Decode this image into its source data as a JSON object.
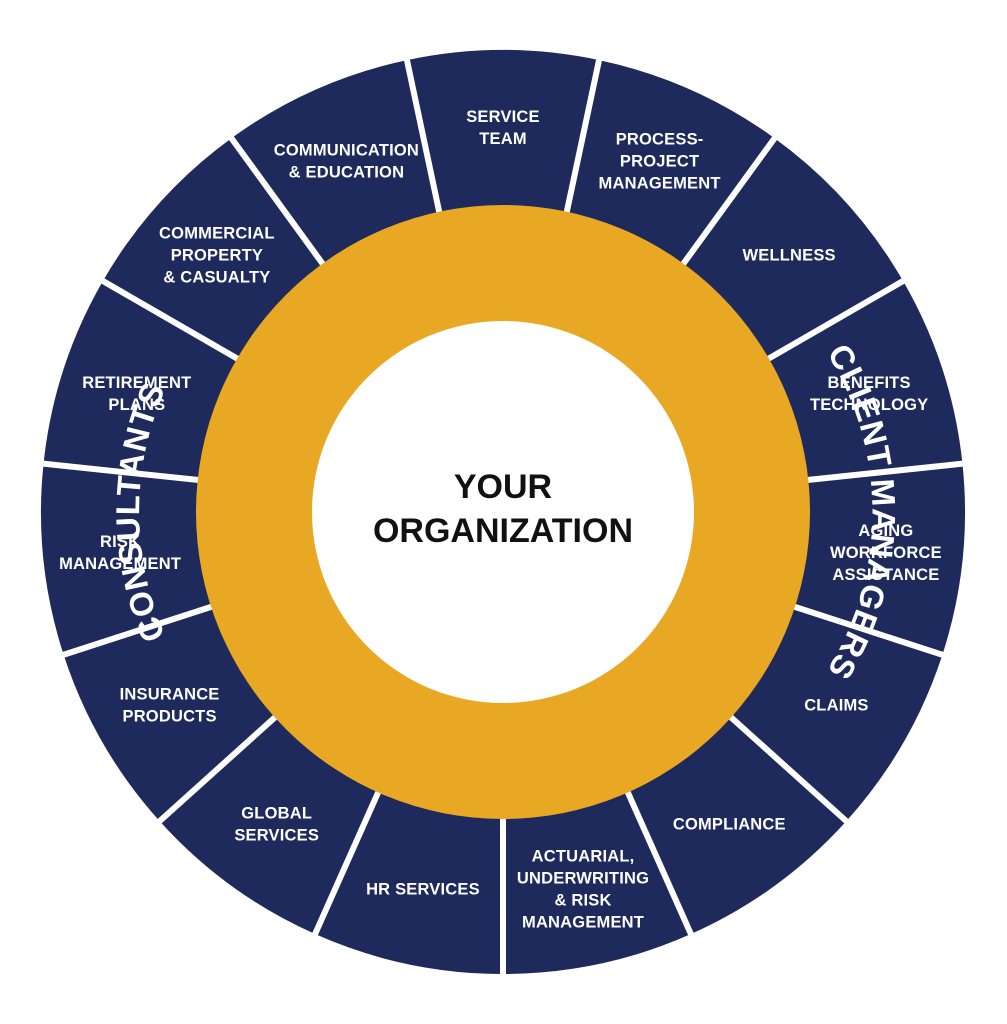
{
  "colors": {
    "segment": "#1e2a5c",
    "separator": "#ffffff",
    "ring": "#e8a823",
    "center": "#ffffff",
    "center_text": "#111111"
  },
  "center": {
    "line1": "YOUR",
    "line2": "ORGANIZATION"
  },
  "ring": {
    "left_label": "CONSULTANTS",
    "right_label": "CLIENT MANAGERS"
  },
  "segments": [
    {
      "id": "process-project-management",
      "lines": [
        "PROCESS-",
        "PROJECT",
        "MANAGEMENT"
      ]
    },
    {
      "id": "wellness",
      "lines": [
        "WELLNESS"
      ]
    },
    {
      "id": "benefits-technology",
      "lines": [
        "BENEFITS",
        "TECHNOLOGY"
      ]
    },
    {
      "id": "aging-workforce-assistance",
      "lines": [
        "AGING",
        "WORKFORCE",
        "ASSISTANCE"
      ]
    },
    {
      "id": "claims",
      "lines": [
        "CLAIMS"
      ]
    },
    {
      "id": "compliance",
      "lines": [
        "COMPLIANCE"
      ]
    },
    {
      "id": "actuarial-underwriting-risk-management",
      "lines": [
        "ACTUARIAL,",
        "UNDERWRITING",
        "& RISK",
        "MANAGEMENT"
      ]
    },
    {
      "id": "hr-services",
      "lines": [
        "HR SERVICES"
      ]
    },
    {
      "id": "global-services",
      "lines": [
        "GLOBAL",
        "SERVICES"
      ]
    },
    {
      "id": "insurance-products",
      "lines": [
        "INSURANCE",
        "PRODUCTS"
      ]
    },
    {
      "id": "risk-management",
      "lines": [
        "RISK",
        "MANAGEMENT"
      ]
    },
    {
      "id": "retirement-plans",
      "lines": [
        "RETIREMENT",
        "PLANS"
      ]
    },
    {
      "id": "commercial-property-casualty",
      "lines": [
        "COMMERCIAL",
        "PROPERTY",
        "& CASUALTY"
      ]
    },
    {
      "id": "communication-education",
      "lines": [
        "COMMUNICATION",
        "& EDUCATION"
      ]
    },
    {
      "id": "service-team",
      "lines": [
        "SERVICE",
        "TEAM"
      ]
    }
  ]
}
